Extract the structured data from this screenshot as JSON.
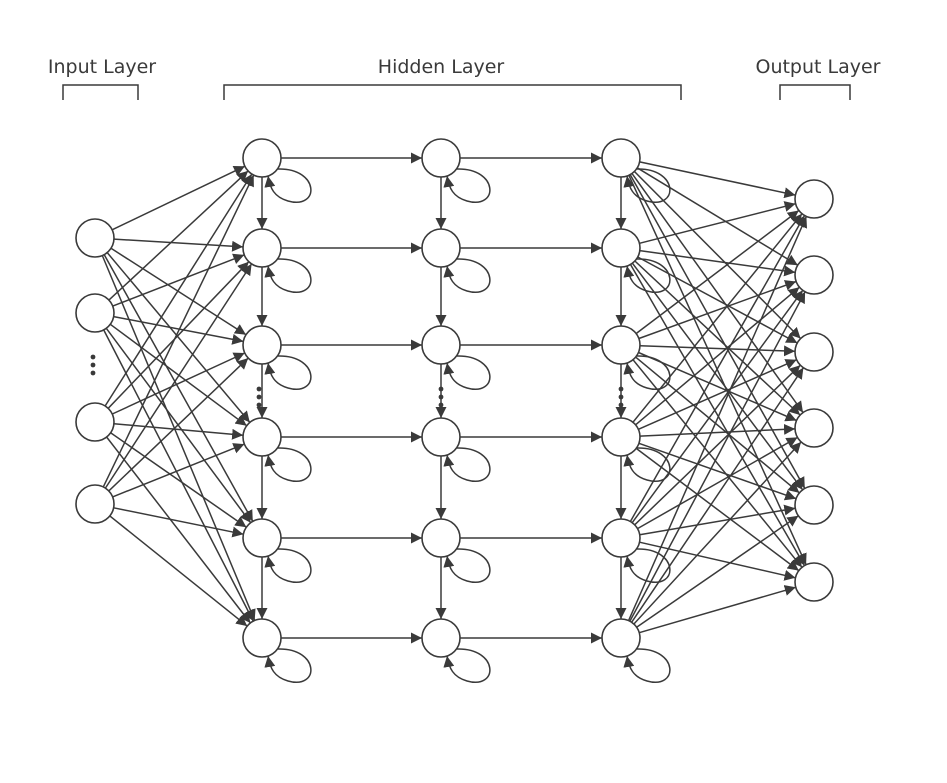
{
  "labels": {
    "input": "Input Layer",
    "hidden": "Hidden Layer",
    "output": "Output Layer"
  }
}
